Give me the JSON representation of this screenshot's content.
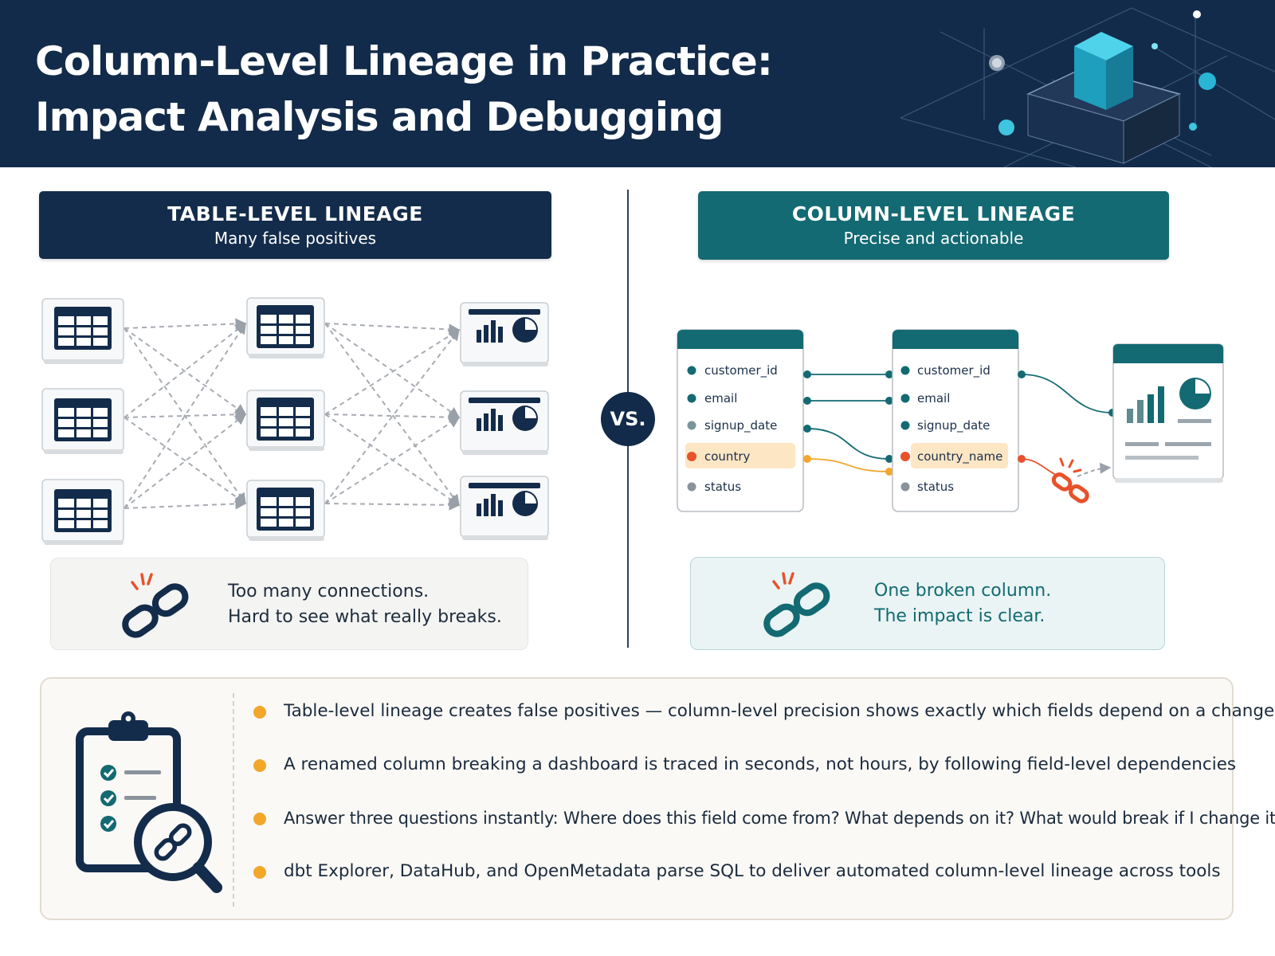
{
  "header": {
    "title_line1": "Column-Level Lineage in Practice:",
    "title_line2": "Impact Analysis and Debugging"
  },
  "left_panel": {
    "title": "TABLE-LEVEL LINEAGE",
    "subtitle": "Many false positives",
    "callout_line1": "Too many connections.",
    "callout_line2": "Hard to see what really breaks."
  },
  "vs_label": "VS.",
  "right_panel": {
    "title": "COLUMN-LEVEL LINEAGE",
    "subtitle": "Precise and actionable",
    "source_columns": [
      "customer_id",
      "email",
      "signup_date",
      "country",
      "status"
    ],
    "target_columns": [
      "customer_id",
      "email",
      "signup_date",
      "country_name",
      "status"
    ],
    "highlighted_column_index": 3,
    "callout_line1": "One broken column.",
    "callout_line2": "The impact is clear."
  },
  "takeaways": [
    "Table-level lineage creates false positives — column-level precision shows exactly which fields depend on a change",
    "A renamed column breaking a dashboard is traced in seconds, not hours, by following field-level dependencies",
    "Answer three questions instantly: Where does this field come from? What depends on it? What would break if I change it?",
    "dbt Explorer, DataHub, and OpenMetadata parse SQL to deliver automated column-level lineage across tools"
  ],
  "icons": [
    "table-icon",
    "dashboard-icon",
    "broken-link-icon",
    "clipboard-checklist-icon",
    "magnifier-link-icon"
  ],
  "colors": {
    "navy": "#132b4a",
    "teal": "#136a72",
    "orange": "#f2a72b",
    "alert_red": "#e8512a",
    "highlight": "#fde6c4"
  }
}
